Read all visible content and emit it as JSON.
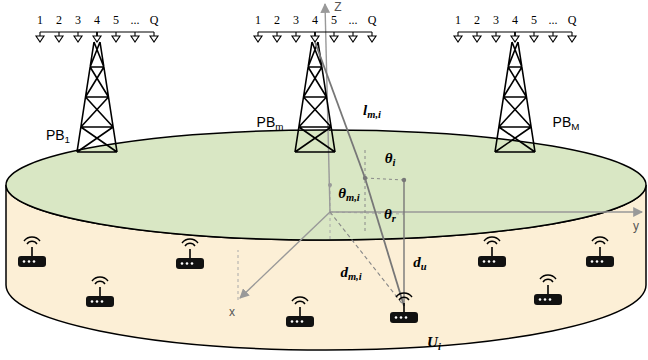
{
  "diagram": {
    "labels": [
      "1",
      "2",
      "3",
      "4",
      "5",
      "...",
      "Q",
      "1",
      "2",
      "3",
      "4",
      "5",
      "...",
      "Q",
      "1",
      "2",
      "3",
      "4",
      "5",
      "...",
      "Q",
      "PB1",
      "PBm",
      "PBM",
      "Z",
      "y",
      "x",
      "lm,i",
      "θi",
      "θm,i",
      "θr",
      "dm,i",
      "du",
      "Ui"
    ]
  }
}
